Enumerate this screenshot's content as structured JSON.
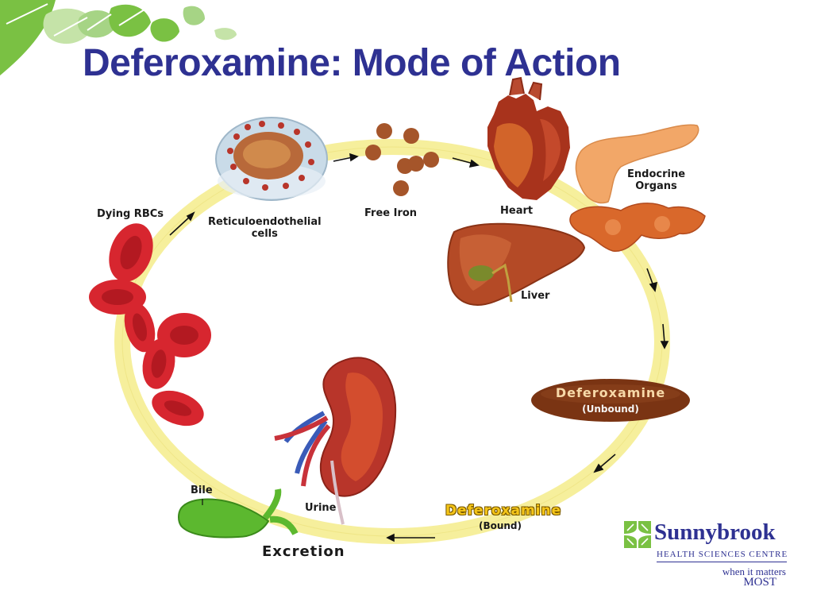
{
  "slide": {
    "title": "Deferoxamine: Mode of Action"
  },
  "diagram": {
    "labels": {
      "dying_rbcs": "Dying RBCs",
      "re_cells_line1": "Reticuloendothelial",
      "re_cells_line2": "cells",
      "free_iron": "Free Iron",
      "heart": "Heart",
      "endocrine_line1": "Endocrine",
      "endocrine_line2": "Organs",
      "liver": "Liver",
      "urine": "Urine",
      "bile": "Bile",
      "excretion": "Excretion"
    },
    "drug_unbound": {
      "name": "Deferoxamine",
      "state": "(Unbound)"
    },
    "drug_bound": {
      "name": "Deferoxamine",
      "state": "(Bound)"
    },
    "colors": {
      "title": "#2e3192",
      "cycle_ring": "#f6ef9c",
      "unbound_pill": "#7a3413",
      "bound_text": "#f5c518",
      "rbc": "#d7262f",
      "organ_brown": "#a8441f",
      "bile_green": "#5cb82f"
    }
  },
  "logo": {
    "name": "Sunnybrook",
    "subtitle": "HEALTH SCIENCES CENTRE",
    "tagline1": "when it matters",
    "tagline2": "MOST"
  }
}
